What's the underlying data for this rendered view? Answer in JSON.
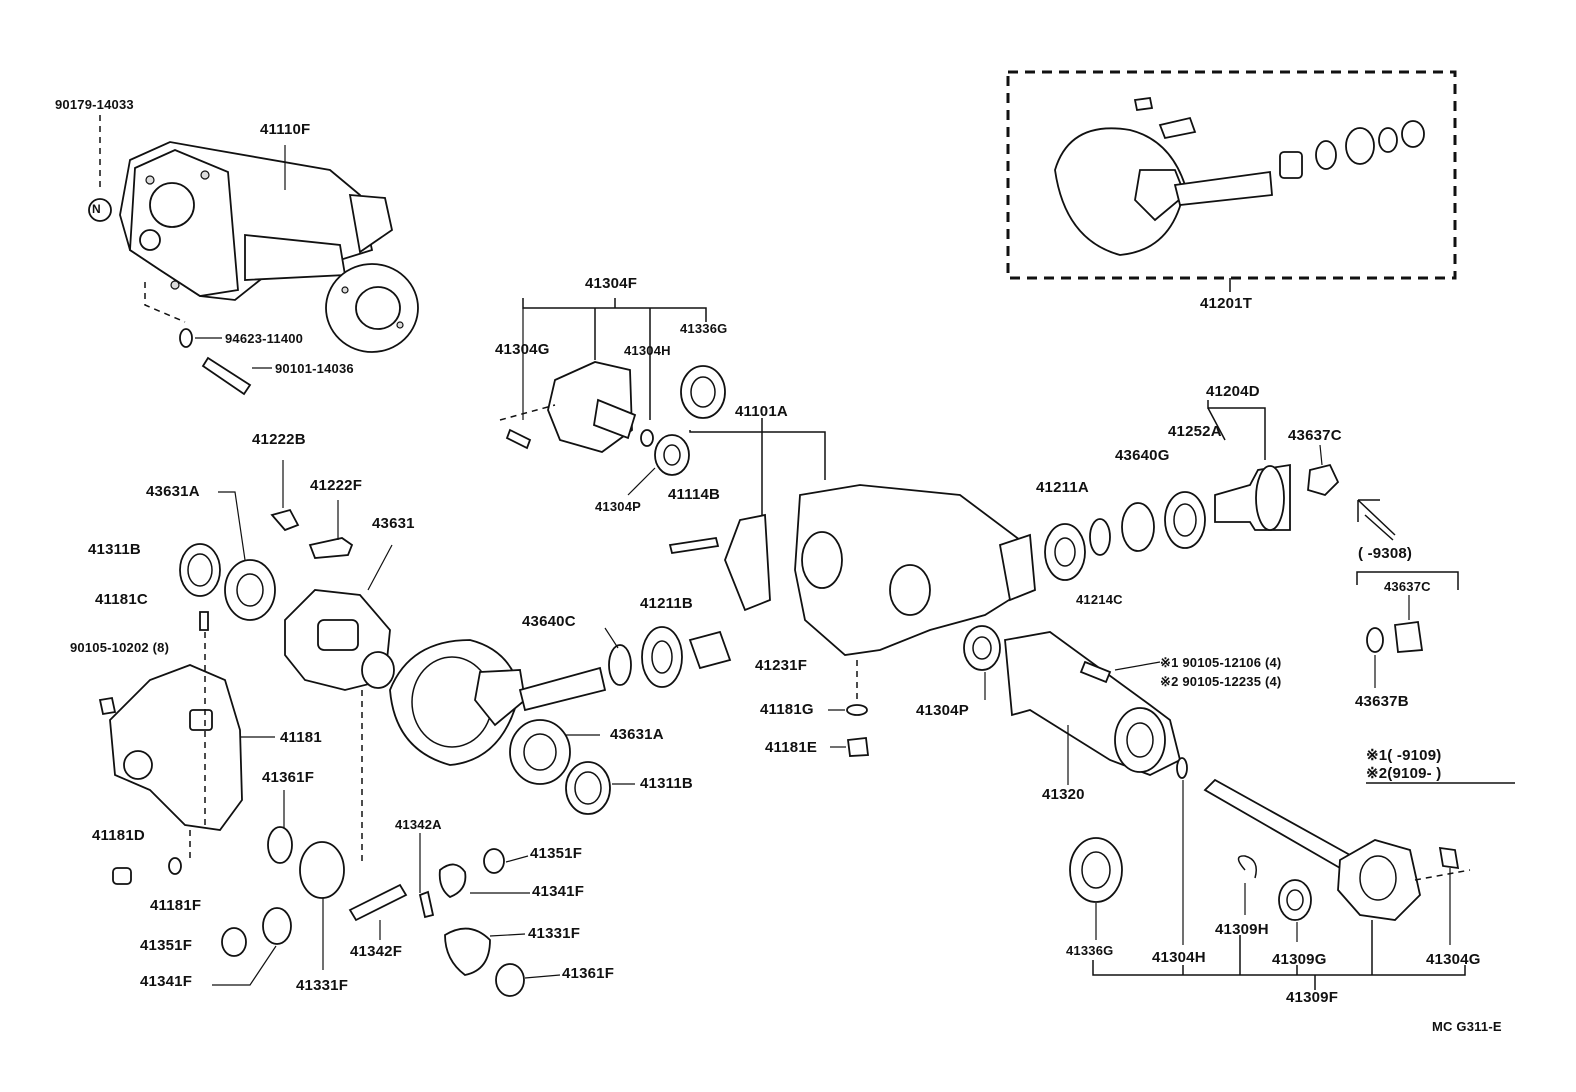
{
  "labels": {
    "p90179_14033": "90179-14033",
    "p41110F": "41110F",
    "p94623_11400": "94623-11400",
    "p90101_14036": "90101-14036",
    "p41304F": "41304F",
    "p41304G_top": "41304G",
    "p41304H_top": "41304H",
    "p41336G_top": "41336G",
    "p41101A": "41101A",
    "p41304P_top": "41304P",
    "p41114B": "41114B",
    "p41201T": "41201T",
    "p41204D": "41204D",
    "p41252A": "41252A",
    "p43637C_top": "43637C",
    "p43640G": "43640G",
    "p41211A": "41211A",
    "p41214C": "41214C",
    "p9308": "(       -9308)",
    "p43637C_mid": "43637C",
    "p43637B": "43637B",
    "p41222B": "41222B",
    "p41222F": "41222F",
    "p43631A_left": "43631A",
    "p43631": "43631",
    "p41311B_left": "41311B",
    "p41181C": "41181C",
    "p90105_10202": "90105-10202 (8)",
    "p41181": "41181",
    "p41181D": "41181D",
    "p41181F": "41181F",
    "p41361F_left": "41361F",
    "p41351F_left": "41351F",
    "p41341F_left": "41341F",
    "p41331F_left": "41331F",
    "p41342A": "41342A",
    "p41342F": "41342F",
    "p43640C": "43640C",
    "p41211B": "41211B",
    "p41231F": "41231F",
    "p43631A_right": "43631A",
    "p41311B_right": "41311B",
    "p41351F_right": "41351F",
    "p41341F_right": "41341F",
    "p41331F_right": "41331F",
    "p41361F_right": "41361F",
    "p41181G": "41181G",
    "p41181E": "41181E",
    "p41304P_mid": "41304P",
    "p41320": "41320",
    "note1": "※1 90105-12106 (4)",
    "note2": "※2 90105-12235 (4)",
    "legend1": "※1(       -9109)",
    "legend2": "※2(9109-       )",
    "p41336G_bottom": "41336G",
    "p41304H_bottom": "41304H",
    "p41309H": "41309H",
    "p41309G": "41309G",
    "p41304G_bottom": "41304G",
    "p41309F": "41309F",
    "footer_code": "MC  G311-E",
    "n_symbol": "N"
  }
}
